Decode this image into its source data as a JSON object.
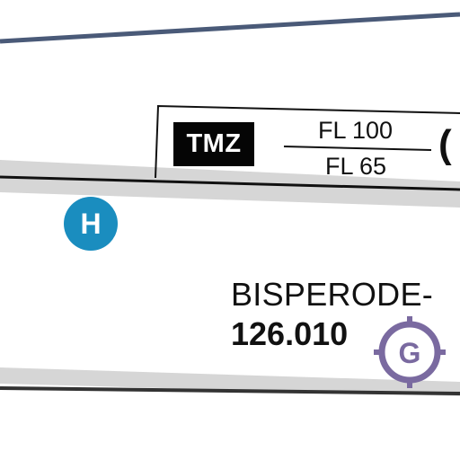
{
  "colors": {
    "boundary": "#4a5a78",
    "band": "#d6d6d6",
    "heliport": "#1a8dbf",
    "glider": "#7a6aa0",
    "tmz_bg": "#050505"
  },
  "tmz": {
    "label": "TMZ",
    "upper_limit": "FL 100",
    "lower_limit": "FL 65",
    "bracket_fragment": "("
  },
  "heliport": {
    "icon": "heliport-icon",
    "glyph": "H"
  },
  "airfield": {
    "name": "BISPERODE-",
    "frequency": "126.010",
    "icon": "glider-site-icon",
    "glyph": "G"
  }
}
